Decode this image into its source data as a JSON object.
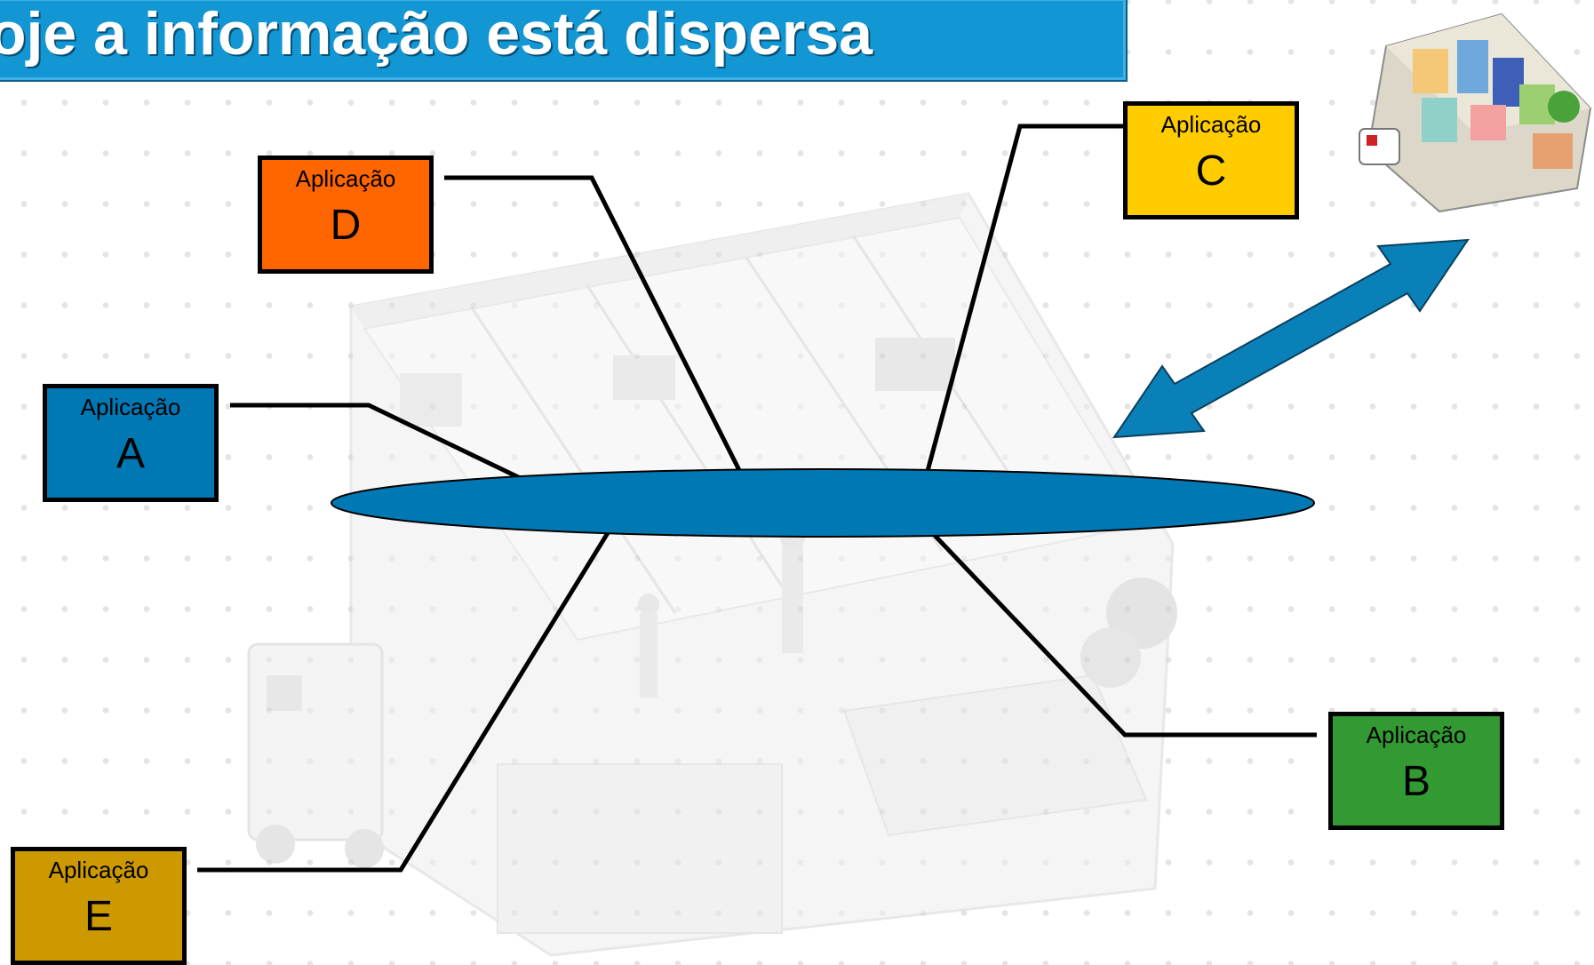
{
  "title": "oje a informação está dispersa",
  "apps": {
    "d": {
      "label": "Aplicação",
      "letter": "D",
      "color": "#ff6600"
    },
    "a": {
      "label": "Aplicação",
      "letter": "A",
      "color": "#0078b4"
    },
    "c": {
      "label": "Aplicação",
      "letter": "C",
      "color": "#ffcc00"
    },
    "b": {
      "label": "Aplicação",
      "letter": "B",
      "color": "#339933"
    },
    "e": {
      "label": "Aplicação",
      "letter": "E",
      "color": "#cc9900"
    }
  },
  "bus": {
    "color": "#0078b4"
  },
  "arrow": {
    "color": "#0a80b8"
  },
  "icons": {
    "hospital_illustration": "hospital-building-icon",
    "hospital_thumbnail": "hospital-thumbnail-icon"
  }
}
